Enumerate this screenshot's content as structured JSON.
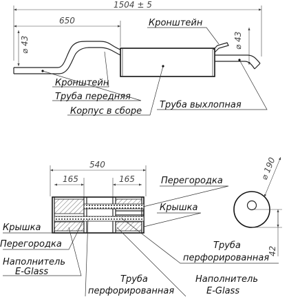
{
  "top_view": {
    "dim_total": "1504 ± 5",
    "dim_front": "650",
    "dim_dia_left": "⌀ 43",
    "dim_dia_right": "⌀ 43",
    "labels": {
      "bracket_top": "Кронштейн",
      "bracket_left": "Кронштейн",
      "front_pipe": "Труба передняя",
      "body_assembly": "Корпус в сборе",
      "exhaust_pipe": "Труба выхлопная"
    }
  },
  "section_view": {
    "dim_length": "540",
    "dim_left": "165",
    "dim_right": "165",
    "dim_dia": "⌀ 190",
    "dim_offset": "42",
    "labels": {
      "baffle_right": "Перегородка",
      "cover_right": "Крышка",
      "cover_left": "Крышка",
      "baffle_left": "Перегородка",
      "filler_left_1": "Наполнитель",
      "filler_left_2": "E-Glass",
      "perf_pipe_right_1": "Труба",
      "perf_pipe_right_2": "перфорированная",
      "perf_pipe_bottom_1": "Труба",
      "perf_pipe_bottom_2": "перфорированная",
      "filler_right_1": "Наполнитель",
      "filler_right_2": "E-Glass"
    }
  }
}
